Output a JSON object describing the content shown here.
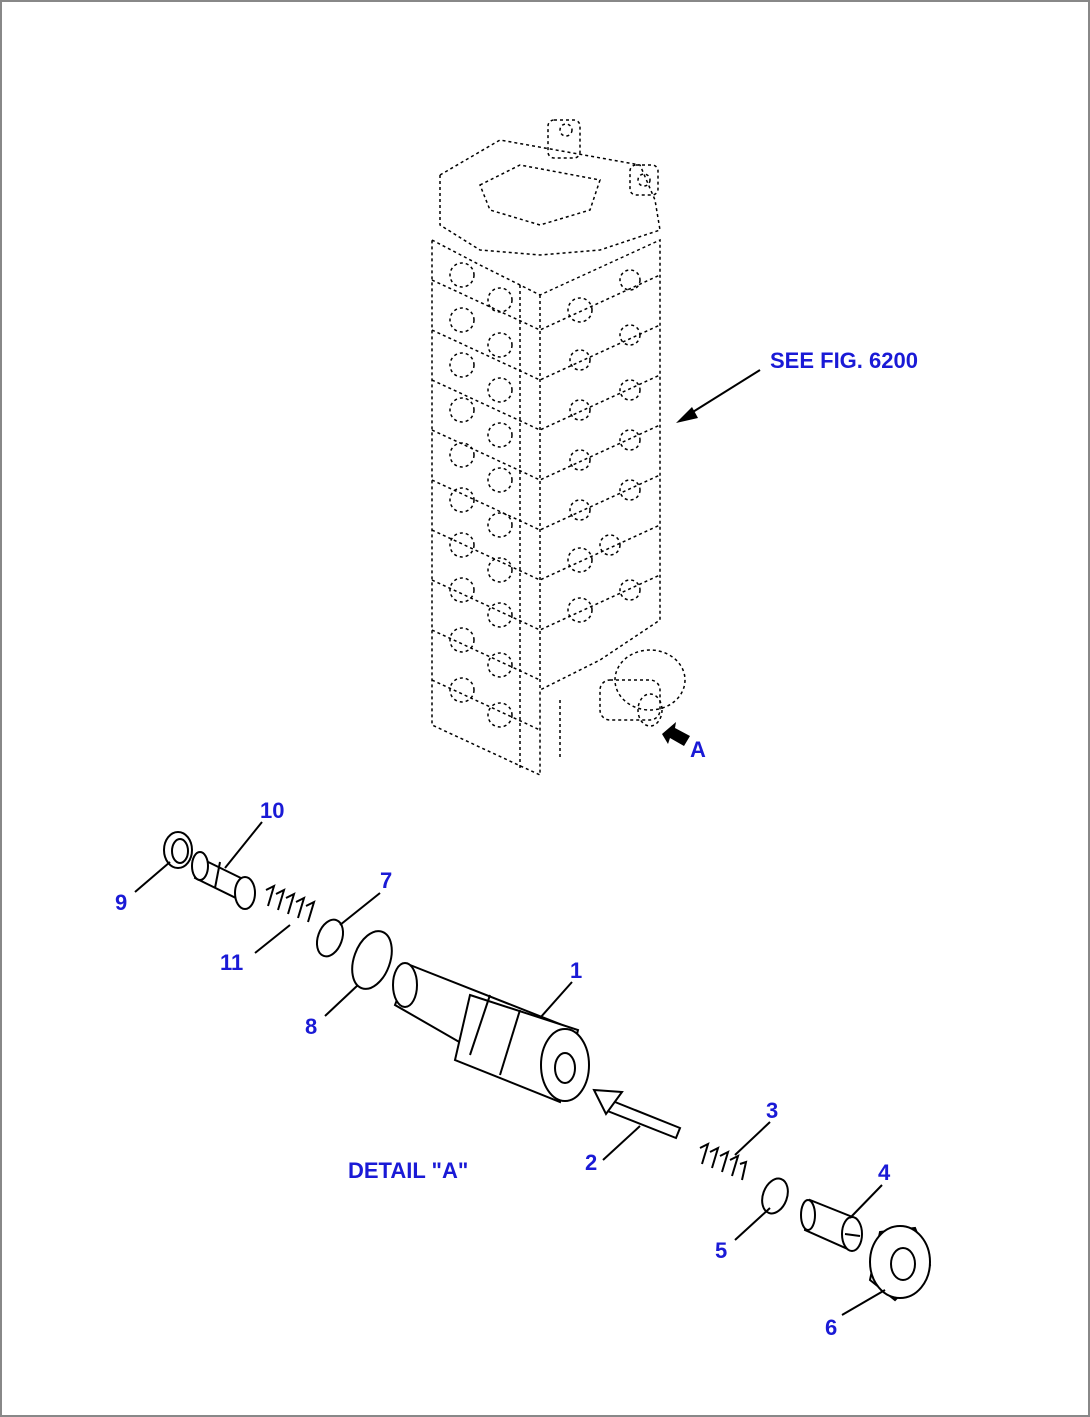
{
  "labels": {
    "see_fig": "SEE FIG. 6200",
    "view_a": "A",
    "detail": "DETAIL \"A\"",
    "p1": "1",
    "p2": "2",
    "p3": "3",
    "p4": "4",
    "p5": "5",
    "p6": "6",
    "p7": "7",
    "p8": "8",
    "p9": "9",
    "p10": "10",
    "p11": "11"
  },
  "colors": {
    "label": "#1a1ad6",
    "line": "#000000",
    "frame": "#888888"
  }
}
